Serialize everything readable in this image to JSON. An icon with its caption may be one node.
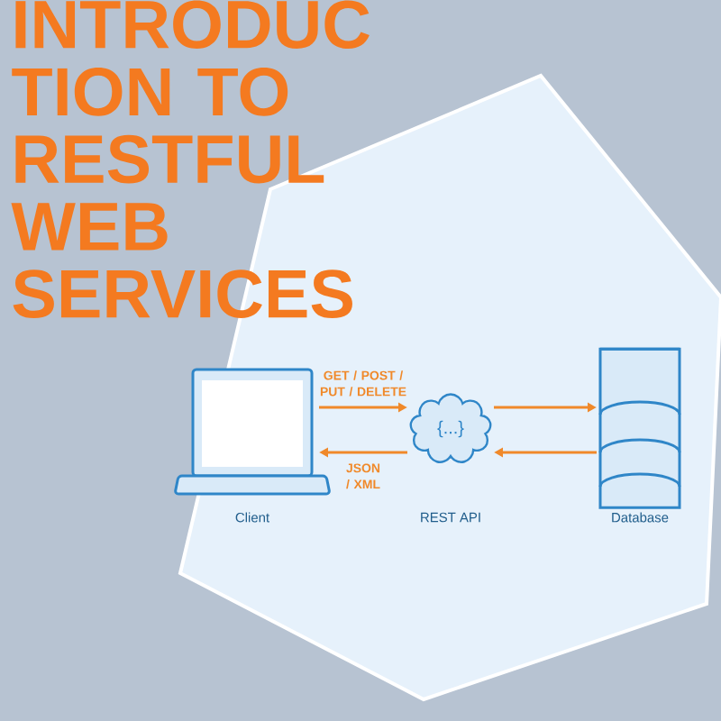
{
  "diagram": {
    "title": "INTRODUC TION TO RESTFUL WEB SERVICES",
    "nodes": [
      {
        "text": [],
        "shape": "laptop",
        "beside": [
          "Client"
        ]
      },
      {
        "text": [
          "{...}"
        ],
        "beside": [
          "REST API"
        ]
      },
      {
        "text": [],
        "shape": "cylinder",
        "beside": [
          "Database"
        ]
      }
    ],
    "edges": [
      {
        "from": 0,
        "to": 1,
        "arrow": "to",
        "label": "GET / POST / PUT / DELETE"
      },
      {
        "from": 1,
        "to": 0,
        "arrow": "to",
        "label": "JSON / XML"
      },
      {
        "from": 1,
        "to": 2,
        "arrow": "to"
      },
      {
        "from": 2,
        "to": 1,
        "arrow": "to"
      }
    ]
  }
}
